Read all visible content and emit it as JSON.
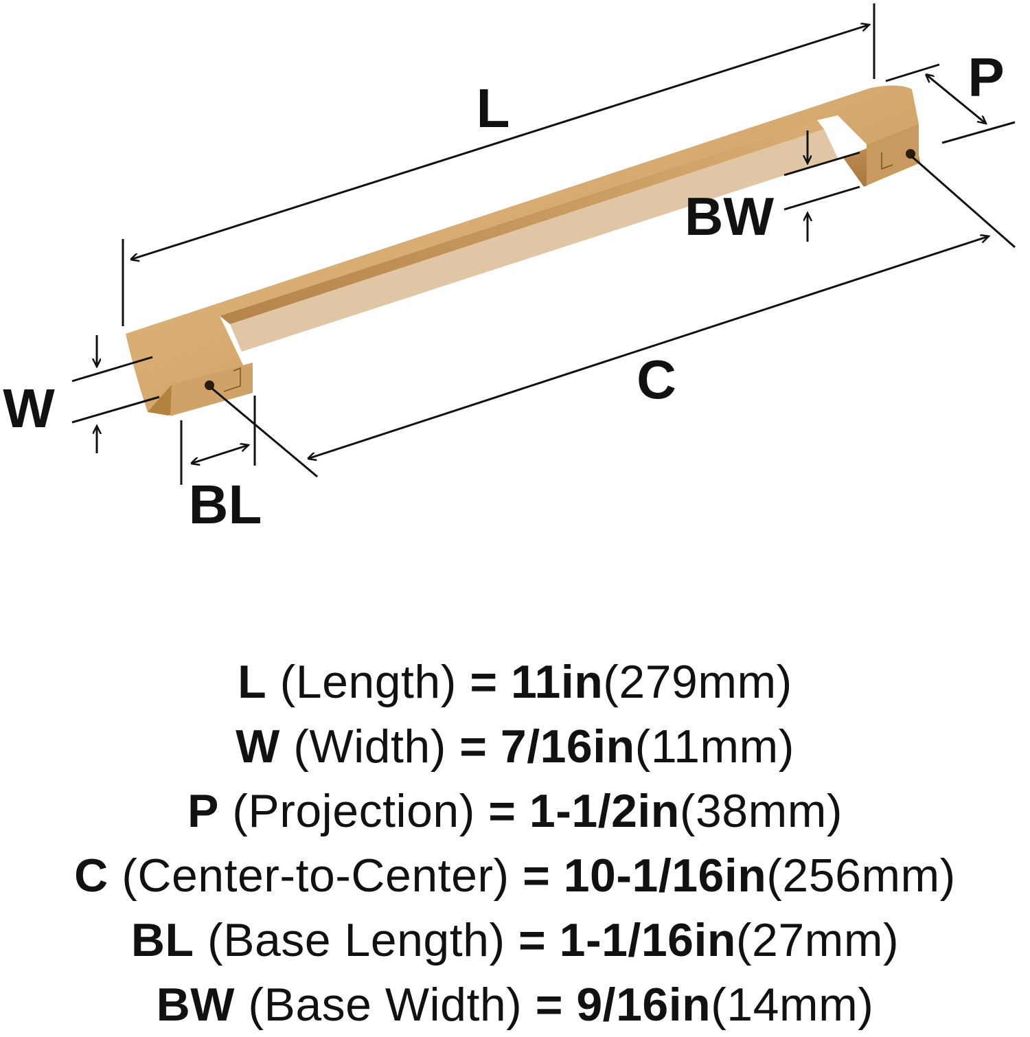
{
  "diagram": {
    "labels": {
      "L": "L",
      "P": "P",
      "BW": "BW",
      "W": "W",
      "C": "C",
      "BL": "BL"
    },
    "colors": {
      "metal_base": "#c99a5f",
      "metal_light": "#e4bf8a",
      "metal_dark": "#9c6f3d",
      "line": "#111111",
      "background": "#ffffff"
    }
  },
  "specs": [
    {
      "code": "L",
      "name": "(Length)",
      "eq": "=",
      "imperial": "11in",
      "metric": "(279mm)"
    },
    {
      "code": "W",
      "name": "(Width)",
      "eq": "=",
      "imperial": "7/16in",
      "metric": "(11mm)"
    },
    {
      "code": "P",
      "name": "(Projection)",
      "eq": "=",
      "imperial": "1-1/2in",
      "metric": "(38mm)"
    },
    {
      "code": "C",
      "name": "(Center-to-Center)",
      "eq": "=",
      "imperial": "10-1/16in",
      "metric": "(256mm)"
    },
    {
      "code": "BL",
      "name": "(Base Length)",
      "eq": "=",
      "imperial": "1-1/16in",
      "metric": "(27mm)"
    },
    {
      "code": "BW",
      "name": "(Base Width)",
      "eq": "=",
      "imperial": "9/16in",
      "metric": "(14mm)"
    }
  ]
}
